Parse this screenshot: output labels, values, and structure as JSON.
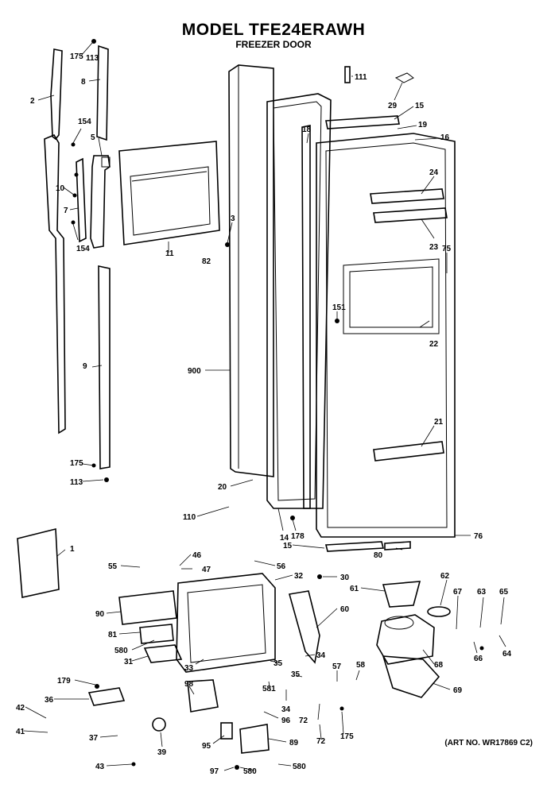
{
  "title": "MODEL TFE24ERAWH",
  "subtitle": "FREEZER DOOR",
  "art_number": "(ART NO. WR17869 C2)",
  "callouts": [
    "175",
    "113",
    "8",
    "2",
    "154",
    "5",
    "10",
    "7",
    "154",
    "3",
    "82",
    "11",
    "9",
    "175",
    "113",
    "900",
    "111",
    "29",
    "15",
    "19",
    "18",
    "16",
    "24",
    "23",
    "75",
    "151",
    "22",
    "21",
    "20",
    "110",
    "14",
    "178",
    "15",
    "80",
    "76",
    "1",
    "55",
    "46",
    "47",
    "56",
    "32",
    "30",
    "61",
    "62",
    "67",
    "63",
    "65",
    "90",
    "81",
    "580",
    "31",
    "33",
    "60",
    "34",
    "35",
    "35",
    "34",
    "581",
    "68",
    "66",
    "64",
    "179",
    "36",
    "42",
    "41",
    "37",
    "98",
    "39",
    "96",
    "57",
    "58",
    "72",
    "72",
    "175",
    "69",
    "95",
    "89",
    "97",
    "580",
    "580",
    "43"
  ]
}
